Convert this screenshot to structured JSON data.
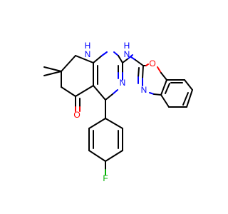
{
  "molecule": {
    "atoms": {
      "NH_ring": "N\nH",
      "NH_link": "N\nH",
      "N3": "N",
      "O_ring": "O",
      "N_oxazole": "N",
      "O_keto": "O",
      "F": "F"
    },
    "colors": {
      "carbon_bond": "#000000",
      "nitrogen": "#0000ff",
      "oxygen": "#ff0000",
      "fluorine": "#00b000",
      "background": "#ffffff"
    }
  }
}
